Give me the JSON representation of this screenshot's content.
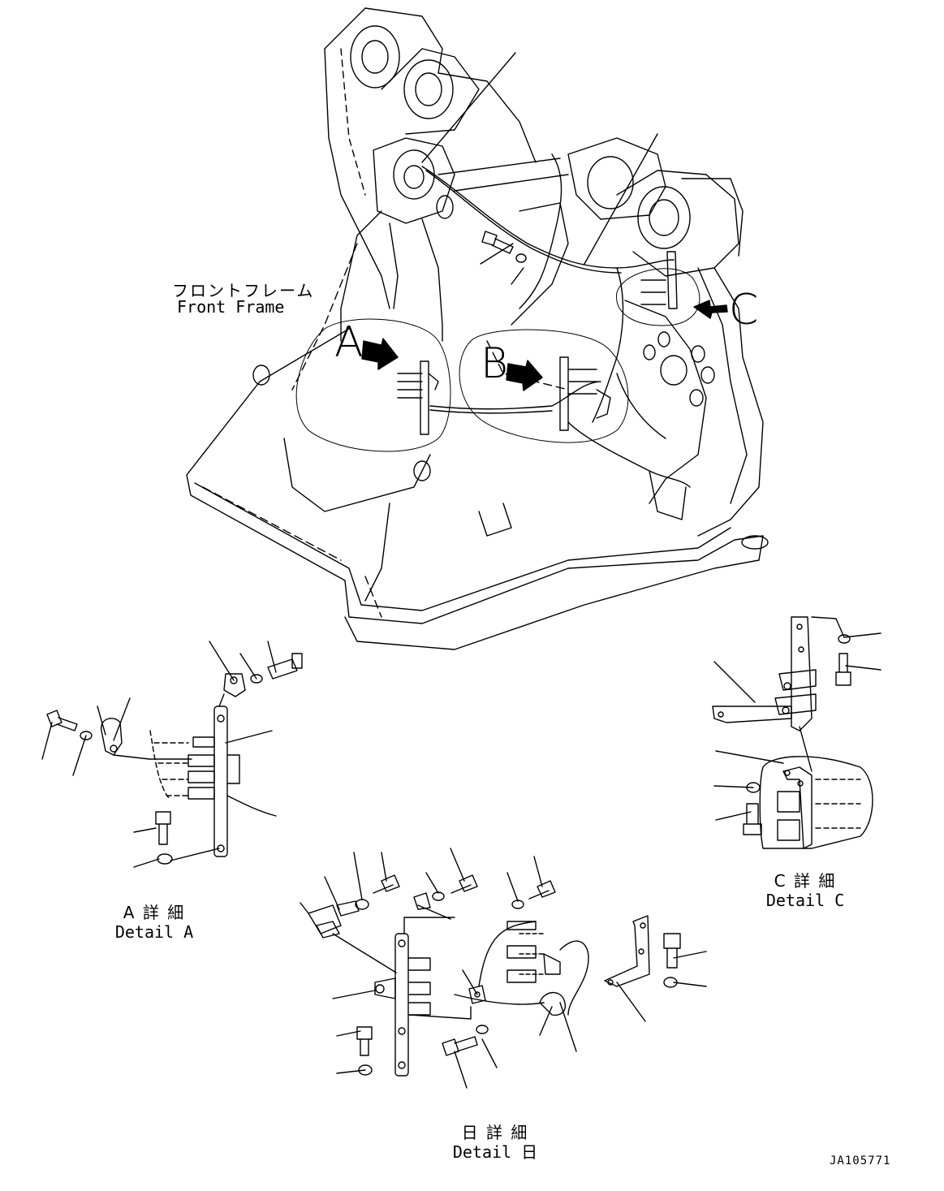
{
  "front_frame": {
    "label_jp": "フロントフレーム",
    "label_en": "Front Frame"
  },
  "callouts": {
    "a": "A",
    "b": "B",
    "c": "C"
  },
  "detail_a": {
    "title_jp": "A 詳 細",
    "title_en": "Detail A"
  },
  "detail_b": {
    "title_jp": "日 詳 細",
    "title_en": "Detail 日"
  },
  "detail_c": {
    "title_jp": "C 詳 細",
    "title_en": "Detail C"
  },
  "drawing_number": "JA105771"
}
